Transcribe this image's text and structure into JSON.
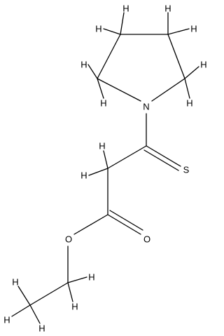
{
  "molecule": {
    "atoms": {
      "h1": "H",
      "h2": "H",
      "h3": "H",
      "h4": "H",
      "h5": "H",
      "h6": "H",
      "h7": "H",
      "h8": "H",
      "n": "N",
      "h9": "H",
      "h10": "H",
      "s": "S",
      "o_ether": "O",
      "o_carbonyl": "O",
      "h11": "H",
      "h12": "H",
      "h13": "H",
      "h14": "H",
      "h15": "H"
    }
  }
}
